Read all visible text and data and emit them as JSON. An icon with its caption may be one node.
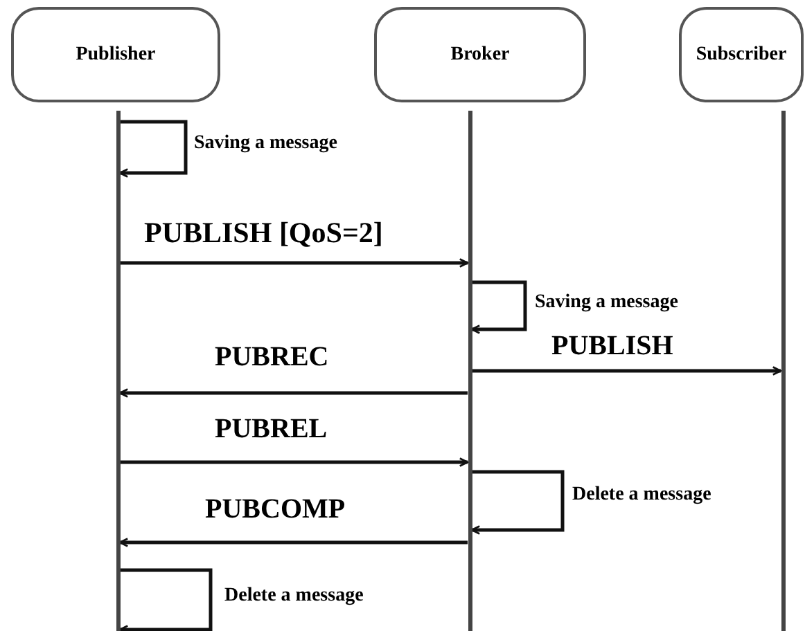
{
  "diagram": {
    "nodes": [
      {
        "text": [
          "Publisher"
        ]
      },
      {
        "text": [
          "Broker"
        ]
      },
      {
        "text": [
          "Subscriber"
        ]
      }
    ],
    "edges": [
      {
        "from": 0,
        "to": 0,
        "arrow": "to",
        "label": "Saving a message"
      },
      {
        "from": 0,
        "to": 1,
        "arrow": "to",
        "label": "PUBLISH [QoS=2]"
      },
      {
        "from": 1,
        "to": 1,
        "arrow": "to",
        "label": "Saving a message"
      },
      {
        "from": 1,
        "to": 2,
        "arrow": "to",
        "label": "PUBLISH"
      },
      {
        "from": 1,
        "to": 0,
        "arrow": "to",
        "label": "PUBREC"
      },
      {
        "from": 0,
        "to": 1,
        "arrow": "to",
        "label": "PUBREL"
      },
      {
        "from": 1,
        "to": 1,
        "arrow": "to",
        "label": "Delete a message"
      },
      {
        "from": 1,
        "to": 0,
        "arrow": "to",
        "label": "PUBCOMP"
      },
      {
        "from": 0,
        "to": 0,
        "arrow": "to",
        "label": "Delete a message"
      }
    ]
  }
}
